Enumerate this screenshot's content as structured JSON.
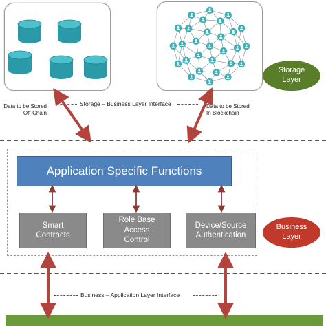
{
  "storage_layer": {
    "label": "Storage\nLayer",
    "off_chain_caption": "Data to be Stored\nOff-Chain",
    "blockchain_caption": "Data to be Stored\nIn Blockchain",
    "interface_label": "Storage – Business Layer Interface"
  },
  "business_layer": {
    "label": "Business\nLayer",
    "app_functions_label": "Application Specific Functions",
    "modules": [
      {
        "label": "Smart\nContracts"
      },
      {
        "label": "Role Base\nAccess\nControl"
      },
      {
        "label": "Device/Source\nAuthentication"
      }
    ]
  },
  "application_interface": {
    "label": "Business – Application Layer Interface"
  },
  "icons": {
    "storage": "database-cylinder-icon",
    "blockchain": "network-node-icon"
  },
  "colors": {
    "arrow": "#b2443d",
    "blue_box": "#4f81bd",
    "storage_oval": "#5a7d2a",
    "business_oval": "#c0392b",
    "cylinder": "#2a9aa8",
    "node": "#3bb0b8",
    "ground": "#6b9a3a"
  }
}
